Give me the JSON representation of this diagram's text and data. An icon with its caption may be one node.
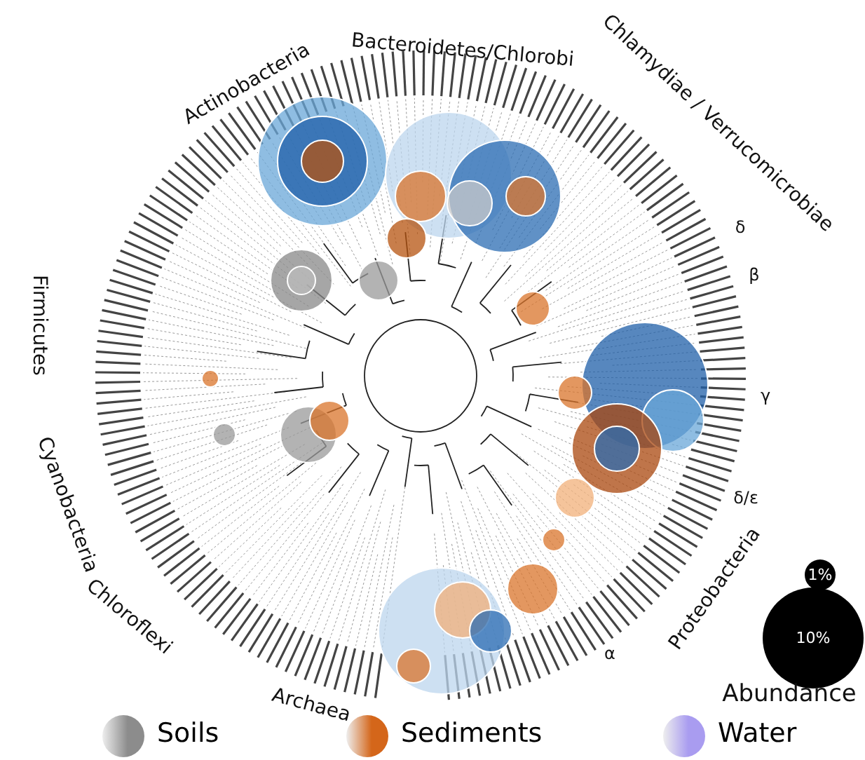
{
  "diagram": {
    "labels": [
      "Actinobacteria",
      "Bacteroidetes/Chlorobi",
      "Chlamydiae / Verrucomicrobiae",
      "δ",
      "β",
      "Firmicutes",
      "γ",
      "Cyanobacteria",
      "δ/ε",
      "Chloroflexi",
      "Proteobacteria",
      "1%",
      "10%",
      "α",
      "Archaea",
      "Abundance"
    ],
    "legend": [
      {
        "text": "Soils",
        "color": "#8c8c8c"
      },
      {
        "text": "Sediments",
        "color": "#d4661a"
      },
      {
        "text": "Water",
        "color": "#a99cf0"
      }
    ]
  }
}
